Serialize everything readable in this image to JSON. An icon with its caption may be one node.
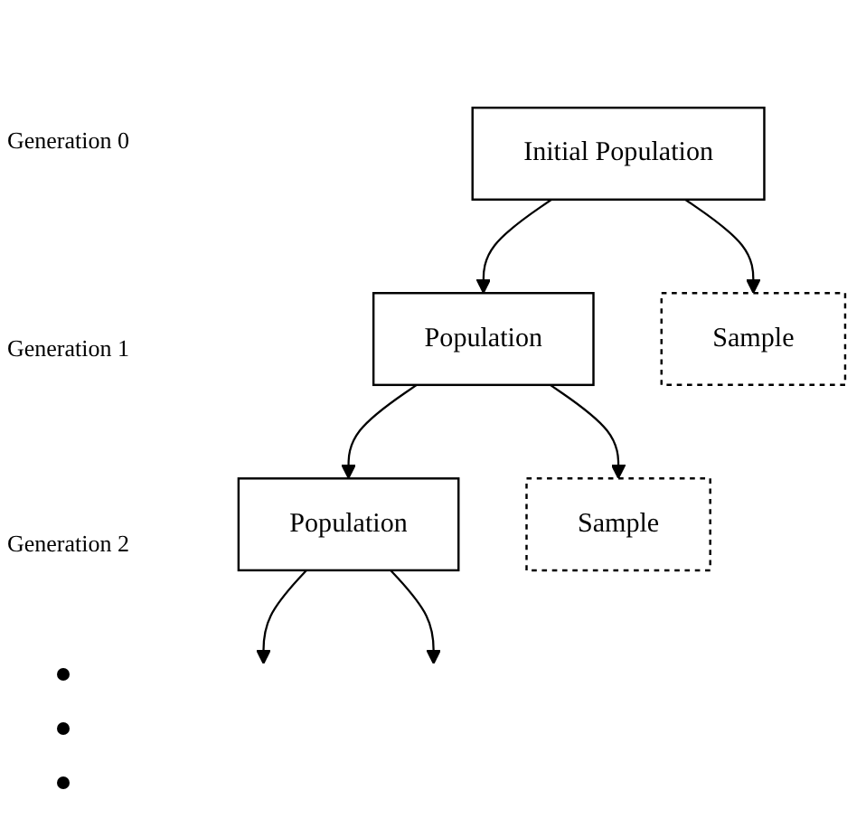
{
  "diagram": {
    "nodes": [
      {
        "text": [
          "Initial Population"
        ]
      },
      {
        "text": [
          "Population"
        ]
      },
      {
        "text": [
          "Sample"
        ]
      },
      {
        "text": [
          "Population"
        ]
      },
      {
        "text": [
          "Sample"
        ]
      }
    ],
    "edges": [
      {
        "from": 0,
        "to": 1,
        "arrow": "to"
      },
      {
        "from": 0,
        "to": 2,
        "arrow": "to"
      },
      {
        "from": 1,
        "to": 3,
        "arrow": "to"
      },
      {
        "from": 1,
        "to": 4,
        "arrow": "to"
      },
      {
        "from": 3,
        "to": null,
        "arrow": "to"
      },
      {
        "from": 3,
        "to": null,
        "arrow": "to"
      }
    ],
    "labels": [
      "Generation 0",
      "Generation 1",
      "Generation 2"
    ]
  }
}
